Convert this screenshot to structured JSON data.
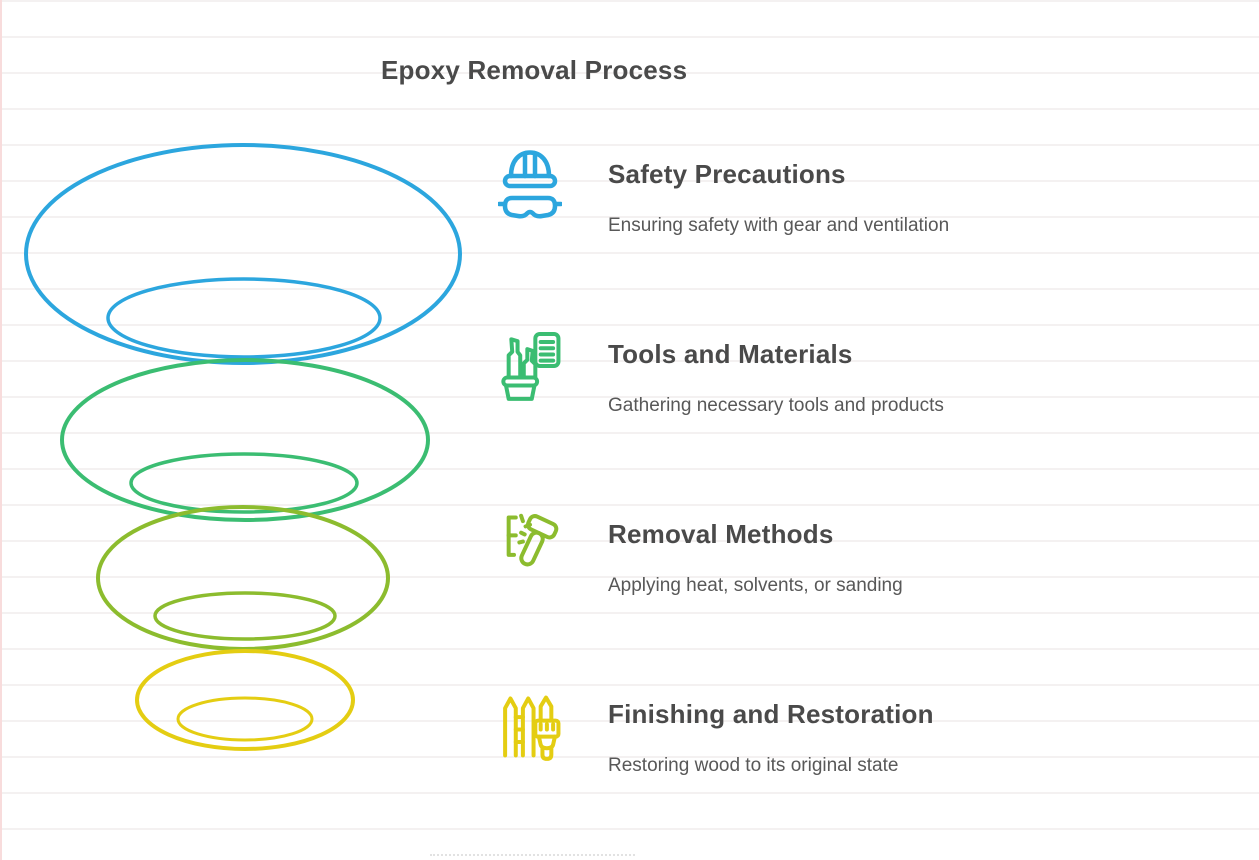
{
  "title": "Epoxy Removal Process",
  "steps": [
    {
      "title": "Safety Precautions",
      "description": "Ensuring safety with gear and ventilation",
      "color": "#2CA6DE",
      "icon": "hard-hat-and-goggles-icon"
    },
    {
      "title": "Tools and Materials",
      "description": "Gathering necessary tools and products",
      "color": "#3BBD72",
      "icon": "tools-bucket-and-checklist-icon"
    },
    {
      "title": "Removal Methods",
      "description": "Applying heat, solvents, or sanding",
      "color": "#8CBC2E",
      "icon": "hammer-and-chisel-icon"
    },
    {
      "title": "Finishing and Restoration",
      "description": "Restoring wood to its original state",
      "color": "#E4CD12",
      "icon": "fence-and-paintbrush-icon"
    }
  ],
  "funnel": {
    "type": "spiral-funnel",
    "levels": [
      {
        "label": "Safety Precautions",
        "color": "#2CA6DE"
      },
      {
        "label": "Tools and Materials",
        "color": "#3BBD72"
      },
      {
        "label": "Removal Methods",
        "color": "#8CBC2E"
      },
      {
        "label": "Finishing and Restoration",
        "color": "#E4CD12"
      }
    ]
  },
  "canvas": {
    "background_color": "#ffffff",
    "ruled_line_color": "#f4f1f1",
    "margin_line_color": "#f8dcdc",
    "heading_text_color": "#4a4a4a",
    "description_text_color": "#585858"
  }
}
